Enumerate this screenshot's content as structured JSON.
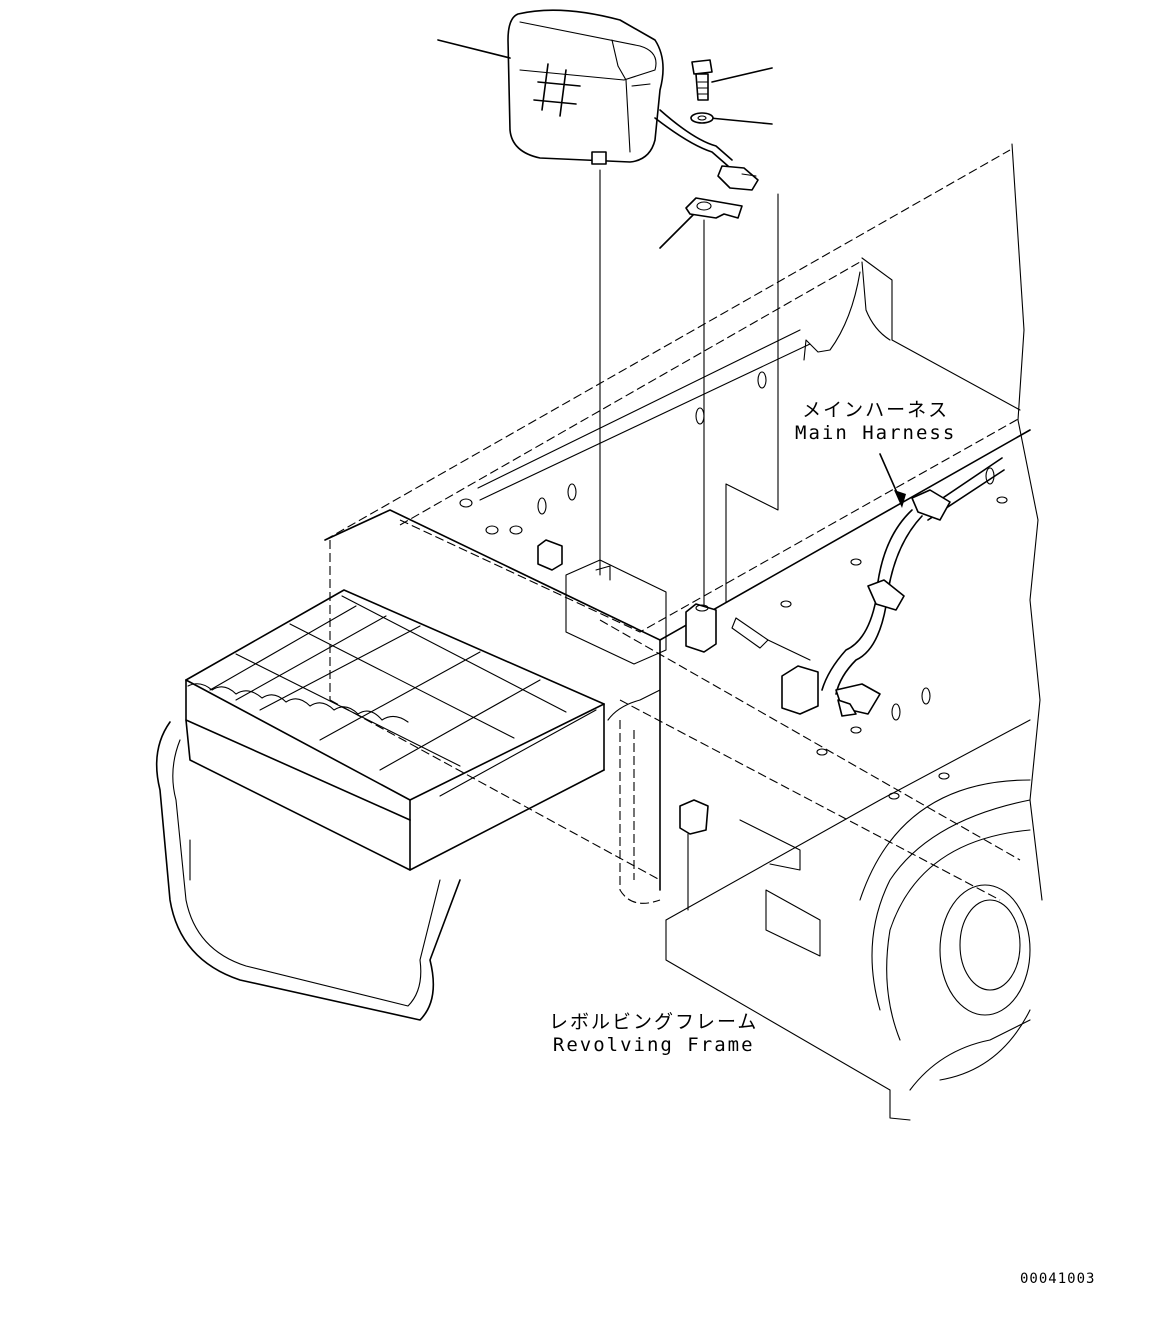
{
  "labels": {
    "main_harness_ja": "メインハーネス",
    "main_harness_en": "Main Harness",
    "revolving_frame_ja": "レボルビングフレーム",
    "revolving_frame_en": "Revolving Frame"
  },
  "drawing_number": "00041003",
  "colors": {
    "line": "#000000",
    "background": "#ffffff"
  }
}
